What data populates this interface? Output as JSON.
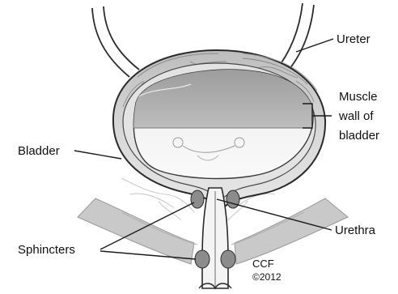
{
  "labels": {
    "ureter": "Ureter",
    "muscle_line1": "Muscle",
    "muscle_line2": "wall of",
    "muscle_line3": "bladder",
    "bladder": "Bladder",
    "urethra": "Urethra",
    "sphincters": "Sphincters",
    "credit_line1": "CCF",
    "credit_line2": "©2012"
  },
  "colors": {
    "outline": "#2b2b2b",
    "wall_fill": "#d9d9d9",
    "lumen_fill": "#efefef",
    "urine_fill": "#a9a9a9",
    "pelvis_fill": "#c4c4c4",
    "sphincter_fill": "#8c8c8c"
  }
}
